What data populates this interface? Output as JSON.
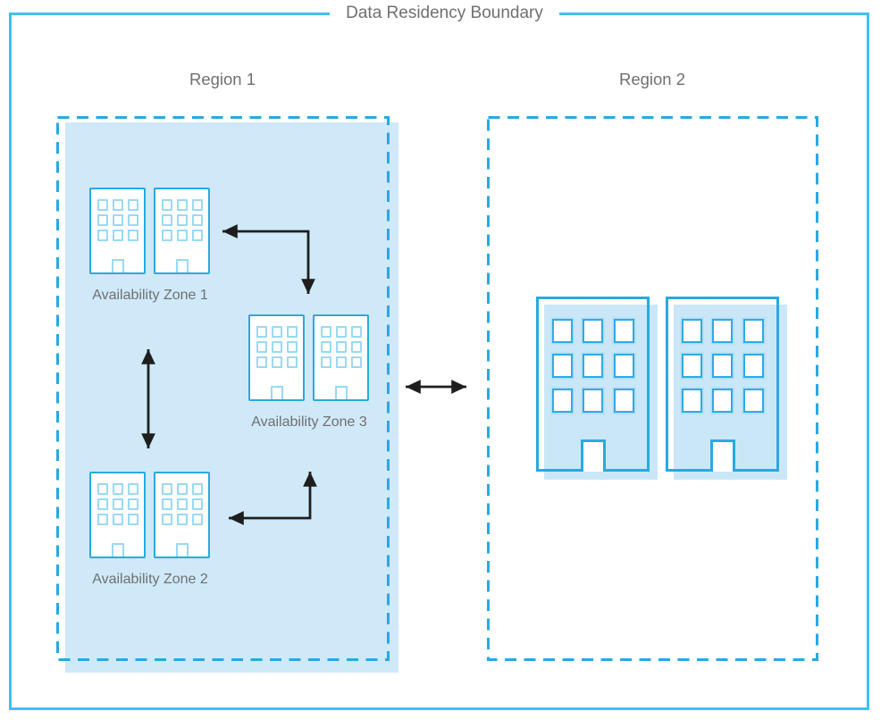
{
  "title": "Data Residency Boundary",
  "regions": [
    {
      "label": "Region 1",
      "zones": [
        {
          "label": "Availability Zone 1"
        },
        {
          "label": "Availability Zone 2"
        },
        {
          "label": "Availability Zone 3"
        }
      ]
    },
    {
      "label": "Region 2"
    }
  ],
  "building_grid": {
    "rows": 3,
    "cols": 3
  },
  "colors": {
    "outer_border": "#41c0f1",
    "dashed_border": "#29a9e1",
    "region1_fill": "#cfe9f8",
    "building_stroke": "#29a9e1",
    "building_fill_light": "#cae7f7",
    "window_stroke_small": "#9ad9f6",
    "window_stroke_large": "#2fabe3",
    "arrow": "#1e1e1e",
    "text": "#707070"
  }
}
